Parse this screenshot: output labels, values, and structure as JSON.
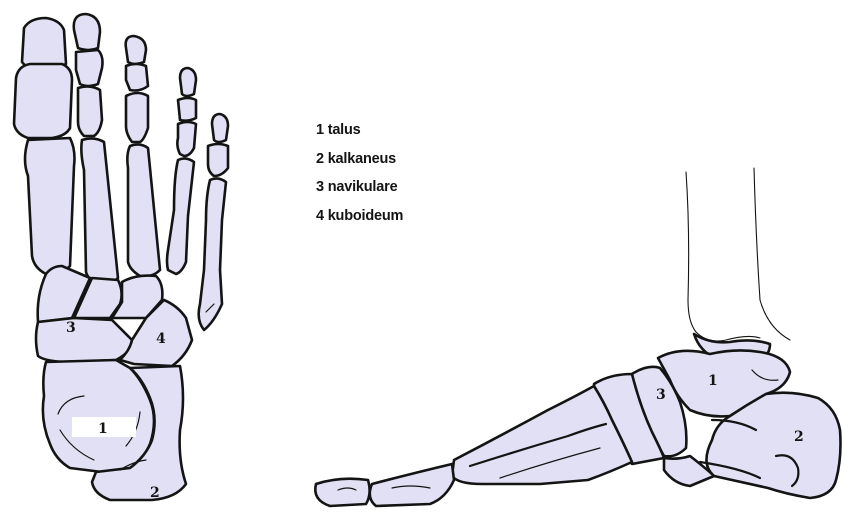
{
  "legend": [
    "1 talus",
    "2 kalkaneus",
    "3 navikulare",
    "4 kuboideum"
  ],
  "dorsal_view": {
    "labels": {
      "talus": "1",
      "calcaneus": "2",
      "navicular": "3",
      "cuboid": "4"
    }
  },
  "lateral_view": {
    "labels": {
      "talus": "1",
      "calcaneus": "2",
      "navicular": "3"
    }
  },
  "colors": {
    "bone_fill": "#e2e0f4",
    "outline": "#141414",
    "background": "#ffffff"
  }
}
